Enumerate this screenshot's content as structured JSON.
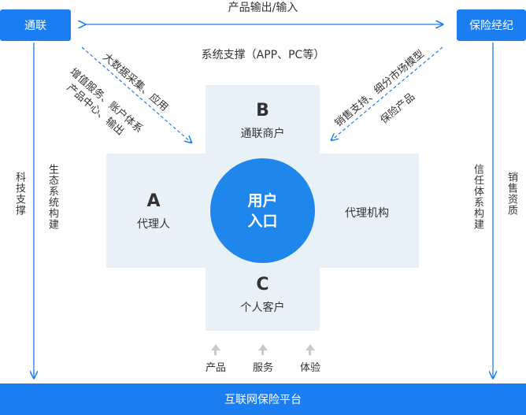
{
  "nodes": {
    "left_top": "通联",
    "right_top": "保险经纪",
    "bottom_bar": "互联网保险平台",
    "center_circle": [
      "用户",
      "入口"
    ],
    "b_letter": "B",
    "b_caption": "通联商户",
    "a_letter": "A",
    "a_caption": "代理人",
    "c_letter": "C",
    "c_caption": "个人客户",
    "right_caption": "代理机构"
  },
  "labels": {
    "top_arrow": "产品输出/输入",
    "system_support": "系统支撑（APP、PC等）",
    "big_data": "大数据采集、应用",
    "value_added_1": "增值服务、账户体系",
    "value_added_2": "产品中心、输出",
    "sales_support": "销售支持、细分市场模型",
    "insurance_products": "保险产品",
    "tech_support": "科技支撑",
    "eco_build": "生态系统构建",
    "credit_system": "信任体系构建",
    "sales_qualification": "销售资质"
  },
  "bottom_items": [
    "产品",
    "服务",
    "体验"
  ],
  "colors": {
    "accent": "#1a7ef2",
    "cross_bg": "#e9f1f8",
    "arrow_gray": "#c9c9c9"
  }
}
